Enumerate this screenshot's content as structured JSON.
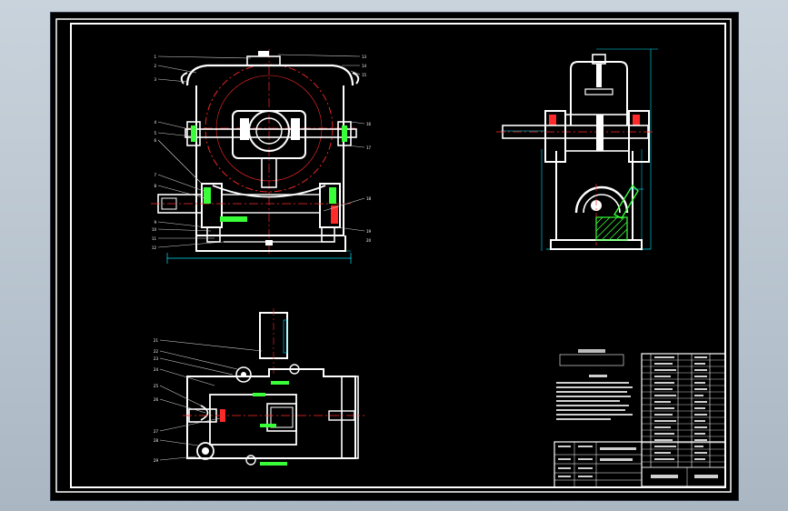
{
  "app": {
    "window": "CAD drawing viewport",
    "colors": {
      "background": "#000000",
      "frame": "#ffffff",
      "centerline": "#ff2a2a",
      "dimension": "#00e5ff",
      "hatch": "#39ff39",
      "part": "#ffffff",
      "leader": "#d0d0d0"
    }
  },
  "drawing": {
    "views": [
      "front-view",
      "side-view",
      "top-view"
    ],
    "part_numbers_front_left": [
      "1",
      "2",
      "3",
      "4",
      "5",
      "6",
      "7",
      "8",
      "9",
      "10",
      "11",
      "12"
    ],
    "part_numbers_front_right": [
      "13",
      "14",
      "15",
      "16",
      "17",
      "18",
      "19",
      "20"
    ],
    "part_numbers_top": [
      "21",
      "22",
      "23",
      "24",
      "25",
      "26",
      "27",
      "28",
      "29"
    ]
  }
}
